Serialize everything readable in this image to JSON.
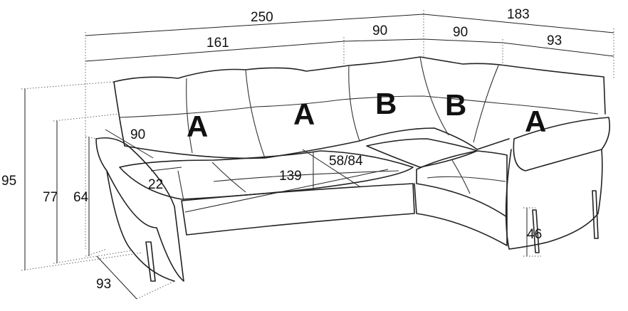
{
  "dimensions": {
    "total_width": "250",
    "total_depth_side": "183",
    "section_a_width": "161",
    "section_b_width_left": "90",
    "section_b_width_right": "90",
    "section_a_right_width": "93",
    "total_height": "95",
    "back_height": "77",
    "armrest_height": "64",
    "seat_depth": "93",
    "armrest_length": "90",
    "armrest_width": "22",
    "seat_width": "139",
    "seat_depth_range": "58/84",
    "seat_height": "46"
  },
  "modules": [
    "A",
    "A",
    "B",
    "B",
    "A"
  ]
}
